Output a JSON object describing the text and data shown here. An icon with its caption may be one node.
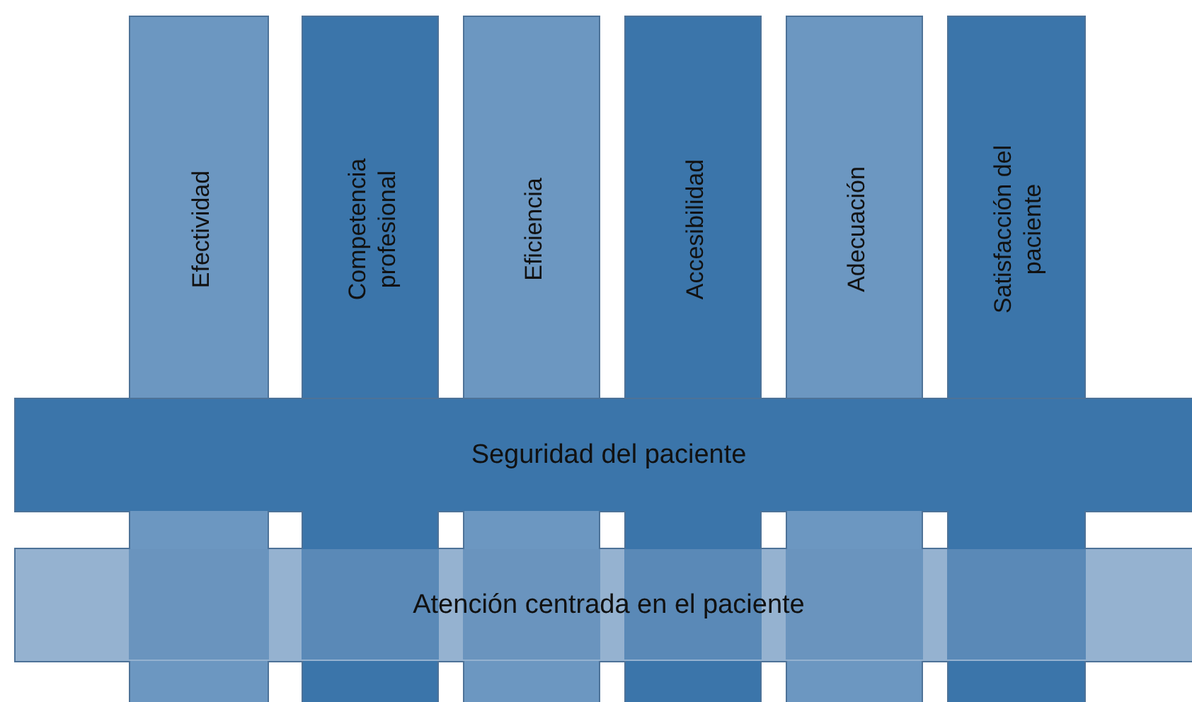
{
  "diagram": {
    "nodes": [
      {
        "text": [
          "Efectividad"
        ]
      },
      {
        "text": [
          "Competencia profesional"
        ]
      },
      {
        "text": [
          "Eficiencia"
        ]
      },
      {
        "text": [
          "Accesibilidad"
        ]
      },
      {
        "text": [
          "Adecuación"
        ]
      },
      {
        "text": [
          "Satisfacción del paciente"
        ]
      },
      {
        "text": [
          "Seguridad del paciente"
        ]
      },
      {
        "text": [
          "Atención centrada en el paciente"
        ]
      },
      {
        "text": [],
        "shape": "bar"
      },
      {
        "text": [],
        "shape": "bar"
      },
      {
        "text": [],
        "shape": "bar"
      },
      {
        "text": [],
        "shape": "bar"
      },
      {
        "text": [],
        "shape": "bar"
      },
      {
        "text": [],
        "shape": "bar"
      },
      {
        "text": [],
        "shape": "bar",
        "in": 7
      },
      {
        "text": [],
        "shape": "bar",
        "in": 7
      },
      {
        "text": [],
        "shape": "bar",
        "in": 7
      },
      {
        "text": [],
        "shape": "bar",
        "in": 7
      },
      {
        "text": [],
        "shape": "bar",
        "in": 7
      },
      {
        "text": [],
        "shape": "bar",
        "in": 7
      },
      {
        "text": [],
        "shape": "bar"
      },
      {
        "text": [],
        "shape": "bar"
      },
      {
        "text": [],
        "shape": "bar"
      },
      {
        "text": [],
        "shape": "bar"
      },
      {
        "text": [],
        "shape": "bar"
      },
      {
        "text": [],
        "shape": "bar"
      }
    ]
  }
}
